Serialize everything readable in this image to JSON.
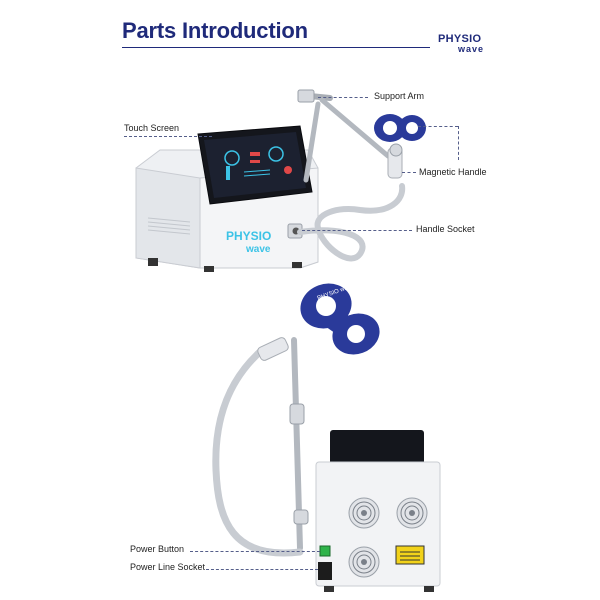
{
  "header": {
    "title": "Parts Introduction",
    "brand_line1": "PHYSIO",
    "brand_line2": "wave"
  },
  "device_branding": {
    "front_line1": "PHYSIO",
    "front_line2": "wave",
    "handle_text": "PHYSIO wave"
  },
  "callouts": {
    "support_arm": "Support Arm",
    "touch_screen": "Touch Screen",
    "magnetic_handle": "Magnetic Handle",
    "handle_socket": "Handle Socket",
    "power_button": "Power Button",
    "power_line_socket": "Power Line Socket"
  },
  "colors": {
    "brand_navy": "#1f2a7a",
    "accent_cyan": "#3cc3e6",
    "device_white": "#eef0f3",
    "screen_dark": "#14161c",
    "handle_blue": "#2a3a9a"
  }
}
